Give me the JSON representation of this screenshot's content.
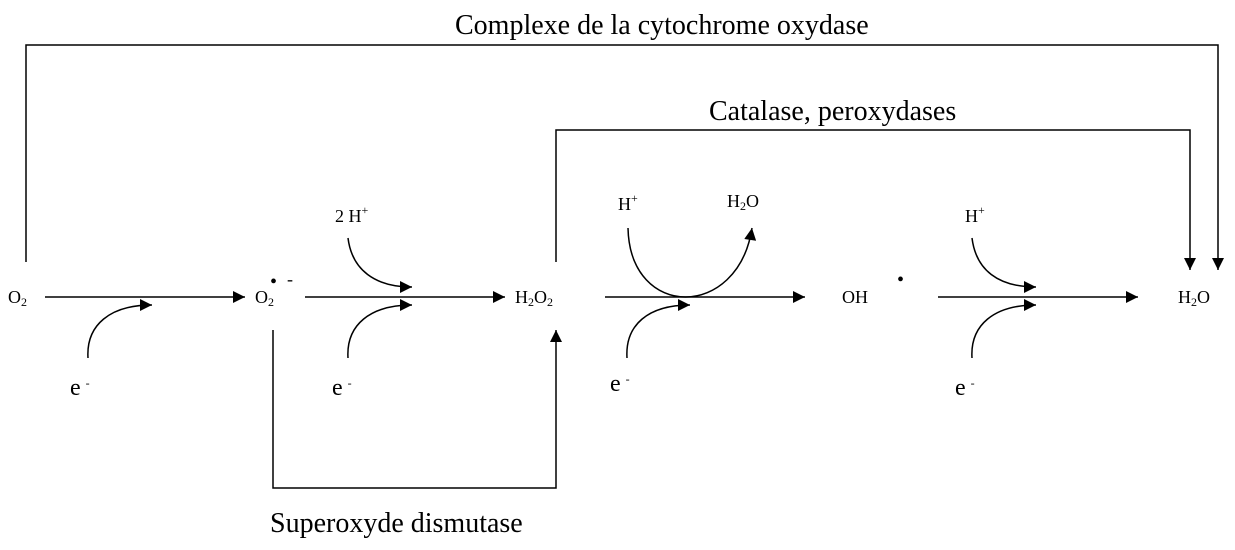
{
  "enzymes": {
    "cytochrome_oxidase": "Complexe de la cytochrome oxydase",
    "catalase": "Catalase, peroxydases",
    "superoxide_dismutase": "Superoxyde dismutase"
  },
  "species": {
    "o2": {
      "main": "O",
      "sub": "2"
    },
    "superoxide": {
      "main": "O",
      "sub": "2",
      "sup": "•",
      "charge": "-"
    },
    "h2o2": {
      "h": "H",
      "h_sub": "2",
      "o": "O",
      "o_sub": "2"
    },
    "hydroxyl": {
      "main": "OH",
      "sup": "•"
    },
    "water": {
      "h": "H",
      "h_sub": "2",
      "o": "O"
    }
  },
  "reagents": {
    "two_protons": {
      "text": "2 H",
      "sup": "+"
    },
    "proton": {
      "text": "H",
      "sup": "+"
    },
    "water_out": {
      "h": "H",
      "h_sub": "2",
      "o": "O"
    },
    "electron": {
      "text": "e",
      "sup": "-"
    }
  }
}
